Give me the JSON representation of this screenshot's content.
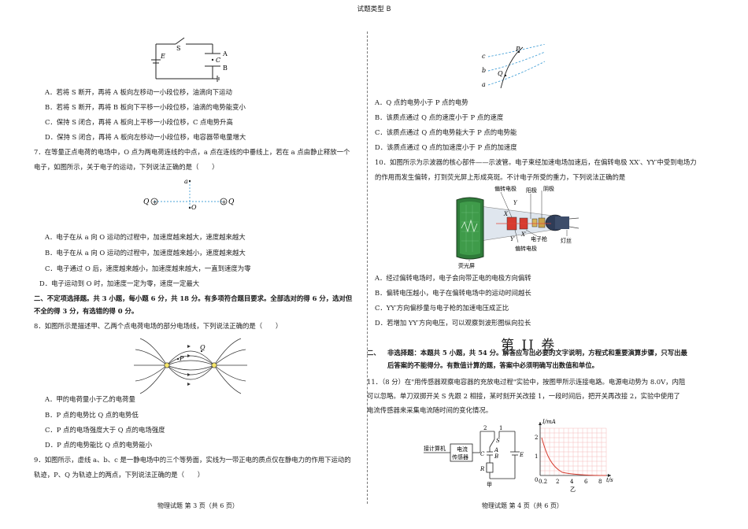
{
  "header": {
    "paper_type": "试题类型 B"
  },
  "left": {
    "circuit_labels": {
      "s": "S",
      "e": "E",
      "a": "A",
      "c": "C",
      "b": "B"
    },
    "q6_options": [
      "A．若将 S 断开，再将 A 板向左移动一小段位移，油滴向下运动",
      "B．若将 S 断开，再将 B 板向下平移一小段位移，油滴的电势能变小",
      "C．保持 S 闭合，再将 A 板向上平移一小段位移，C 点电势升高",
      "D．保持 S 闭合，再将 A 板向左移动一小段位移，电容器带电量增大"
    ],
    "q7_stem_1": "7．在等量正点电荷的电场中，O 点为两电荷连线的中点，a 点在连线的中垂线上，若在 a 点由静止释放一个",
    "q7_stem_2": "电子，如图所示，关于电子的运动，下列说法正确的是（　　）",
    "q7_fig": {
      "q_left": "Q",
      "q_right": "Q",
      "a": "a",
      "o": "O"
    },
    "q7_options": [
      "A．电子在从 a 向 O 运动的过程中，加速度越来越大，速度越来越大",
      "B．电子在从 a 向 O 运动的过程中，加速度越来越小，速度越来越大",
      "C．电子通过 O 后，速度越来越小，加速度越来越大，一直到速度为零",
      "D．电子运动到 O 时，加速度一定为零，速度一定最大"
    ],
    "section2_1": "二、不定项选择题。共 3 小题，每小题 6 分，共 18 分。有多项符合题目要求。全部选对的得 6 分，选对但",
    "section2_2": "不全的得 3 分，有选错的得 0 分。",
    "q8_stem": "8．如图所示是描述甲、乙两个点电荷电场的部分电场线，下列说法正确的是（　　）",
    "q8_fig": {
      "p": "P",
      "q": "Q"
    },
    "q8_options": [
      "A．甲的电荷量小于乙的电荷量",
      "B．P 点的电势比 Q 点的电势低",
      "C．P 点的电场强度大于 Q 点的电场强度",
      "D．P 点的电势能比 Q 点的电势能小"
    ],
    "q9_stem_1": "9．如图所示，虚线 a、b、c 是一静电场中的三个等势面，实线为一带正电的质点仅在静电力的作用下运动的",
    "q9_stem_2": "轨迹，P、Q 为轨迹上的两点，下列说法正确的是（　　）",
    "footer": "物理试题  第 3 页（共 6 页）"
  },
  "right": {
    "q9_fig": {
      "c": "c",
      "b": "b",
      "a": "a",
      "p": "P",
      "q": "Q"
    },
    "q9_options": [
      "A．Q 点的电势小于 P 点的电势",
      "B．该质点通过 Q 点的速度小于 P 点的速度",
      "C．该质点通过 Q 点的电势能大于 P 点的电势能",
      "D．该质点通过 Q 点的加速度小于 P 点的加速度"
    ],
    "q10_stem_1": "10．如图所示为示波器的核心部件——示波管。电子束经加速电场加速后，在偏转电极 XX′、YY′中受到电场力",
    "q10_stem_2": "的作用而发生偏转，打到荧光屏上形成亮斑。不计电子所受的重力，下列说法正确的是",
    "q10_fig": {
      "deflect_top": "偏转电极",
      "anode": "阳极",
      "cathode": "阴极",
      "gun": "电子枪",
      "filament": "灯丝",
      "screen": "荧光屏",
      "deflect_bottom": "偏转电极",
      "x": "X",
      "y": "Y",
      "yp": "Y′",
      "xp": "X′"
    },
    "q10_options": [
      "A．经过偏转电场时，电子会向带正电的电极方向偏转",
      "B．偏转电压越小，电子在偏转电场中的运动时间越长",
      "C．YY′方向偏移量与电子枪的加速电压成正比",
      "D．若增加 YY′方向电压，可以观察到波形图纵向拉长"
    ],
    "juan2": "第 II 卷",
    "section2_label": "二、",
    "section2_1": "非选择题：本题共 5 小题，共 54 分。解答应写出必要的文字说明，方程式和重要演算步骤，只写出最",
    "section2_2": "后答案的不能得分。有数值计算的题，答案中必须明确写出数值和单位。",
    "q11_1": "11．（8 分）在\"用传感器观察电容器的充放电过程\"实验中，按图甲所示连接电路。电源电动势为 8.0V，内阻",
    "q11_2": "可以忽略。单刀双掷开关 S 先跟 2 相接，某时刻开关改接 1，一段时间后，把开关再改接 2，实验中使用了",
    "q11_3": "电流传感器来采集电流随时间的变化情况。",
    "q11_fig": {
      "computer": "接计算机",
      "sensor_1": "电流",
      "sensor_2": "传感器",
      "s": "S",
      "n1": "1",
      "n2": "2",
      "c": "C",
      "a": "A",
      "b": "B",
      "r": "R",
      "e": "E",
      "jia": "甲",
      "yi": "乙",
      "ylabel": "I/mA",
      "xlabel": "t/s",
      "yticks": [
        "2",
        "1"
      ],
      "xticks": [
        "0",
        "0.2",
        "2",
        "4",
        "6",
        "8"
      ]
    },
    "footer": "物理试题  第 4 页（共 6 页）"
  }
}
